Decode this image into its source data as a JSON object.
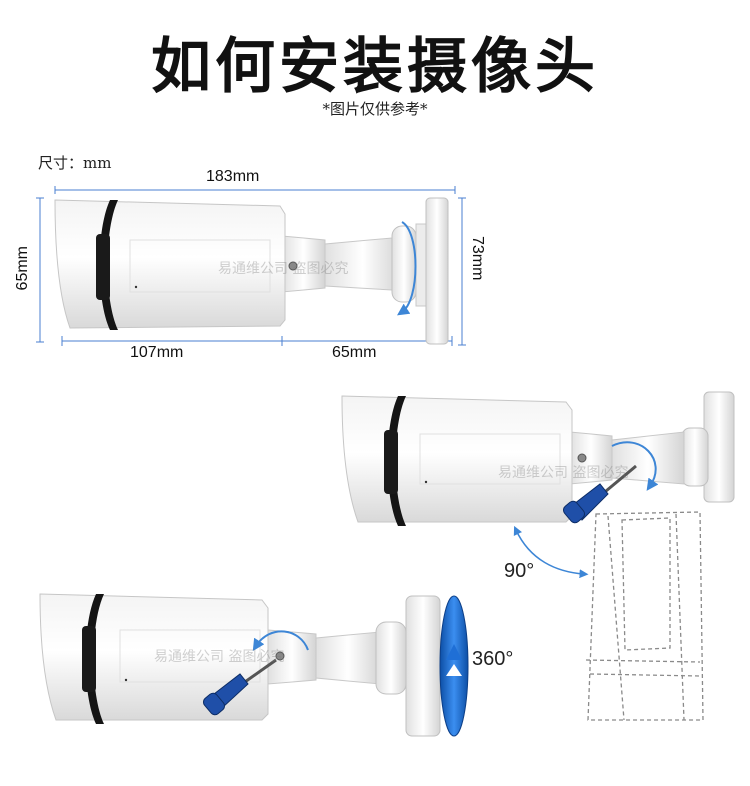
{
  "header": {
    "title": "如何安装摄像头",
    "subtitle": "*图片仅供参考*"
  },
  "dimensions": {
    "unit_label": "尺寸：mm",
    "total_length": "183mm",
    "body_length": "107mm",
    "bracket_length": "65mm",
    "height": "65mm",
    "base_height": "73mm"
  },
  "watermark": "易通维公司 盗图必究",
  "rotation": {
    "tilt": "90°",
    "pan": "360°"
  },
  "colors": {
    "dimension_line": "#4a7fd0",
    "screwdriver": "#1f4fa8",
    "rotation_arrow": "#3d86d6",
    "pan_ring": "#1f6fd6"
  }
}
